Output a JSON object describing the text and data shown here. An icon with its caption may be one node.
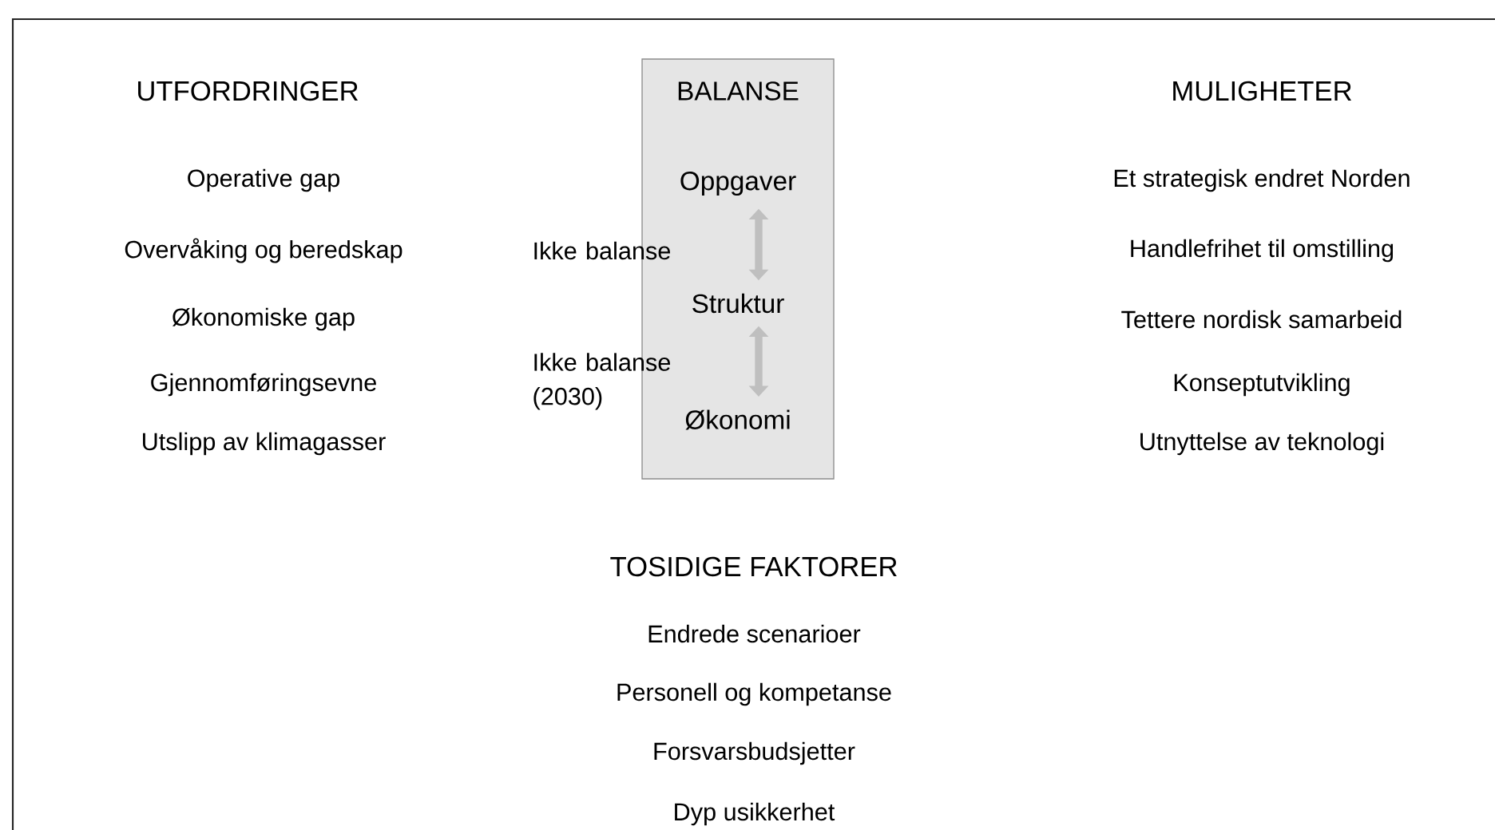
{
  "diagram": {
    "nodes": [
      {
        "text": [
          "BALANSE"
        ]
      },
      {
        "text": [
          "Oppgaver"
        ],
        "in": 0
      },
      {
        "text": [
          "Struktur"
        ],
        "in": 0
      },
      {
        "text": [
          "Økonomi"
        ],
        "in": 0
      }
    ],
    "edges": [
      {
        "from": 1,
        "to": 2,
        "arrow": "both",
        "label": "Ikke balanse"
      },
      {
        "from": 2,
        "to": 3,
        "arrow": "both",
        "label": "Ikke balanse (2030)"
      }
    ],
    "labels": [
      "UTFORDRINGER",
      "Operative gap",
      "Overvåking og beredskap",
      "Økonomiske gap",
      "Gjennomføringsevne",
      "Utslipp av klimagasser",
      "MULIGHETER",
      "Et strategisk endret Norden",
      "Handlefrihet til omstilling",
      "Tettere nordisk samarbeid",
      "Konseptutvikling",
      "Utnyttelse av teknologi",
      "TOSIDIGE FAKTORER",
      "Endrede scenarioer",
      "Personell og kompetanse",
      "Forsvarsbudsjetter",
      "Dyp usikkerhet"
    ]
  }
}
